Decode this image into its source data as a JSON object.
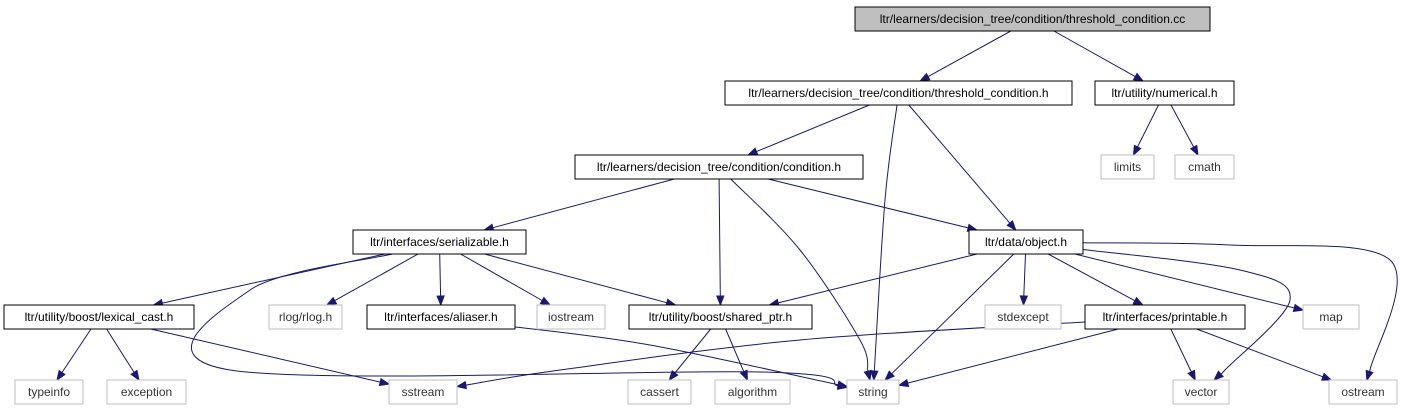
{
  "graph": {
    "nodes": [
      {
        "id": "root",
        "label": "ltr/learners/decision_tree/condition/threshold_condition.cc",
        "kind": "root"
      },
      {
        "id": "th",
        "label": "ltr/learners/decision_tree/condition/threshold_condition.h",
        "kind": "file"
      },
      {
        "id": "num",
        "label": "ltr/utility/numerical.h",
        "kind": "file"
      },
      {
        "id": "limits",
        "label": "limits",
        "kind": "system"
      },
      {
        "id": "cmath",
        "label": "cmath",
        "kind": "system"
      },
      {
        "id": "cond",
        "label": "ltr/learners/decision_tree/condition/condition.h",
        "kind": "file"
      },
      {
        "id": "ser",
        "label": "ltr/interfaces/serializable.h",
        "kind": "file"
      },
      {
        "id": "obj",
        "label": "ltr/data/object.h",
        "kind": "file"
      },
      {
        "id": "lex",
        "label": "ltr/utility/boost/lexical_cast.h",
        "kind": "file"
      },
      {
        "id": "rlog",
        "label": "rlog/rlog.h",
        "kind": "system"
      },
      {
        "id": "ali",
        "label": "ltr/interfaces/aliaser.h",
        "kind": "file"
      },
      {
        "id": "ios",
        "label": "iostream",
        "kind": "system"
      },
      {
        "id": "sp",
        "label": "ltr/utility/boost/shared_ptr.h",
        "kind": "file"
      },
      {
        "id": "stdex",
        "label": "stdexcept",
        "kind": "system"
      },
      {
        "id": "pr",
        "label": "ltr/interfaces/printable.h",
        "kind": "file"
      },
      {
        "id": "map",
        "label": "map",
        "kind": "system"
      },
      {
        "id": "typeinfo",
        "label": "typeinfo",
        "kind": "system"
      },
      {
        "id": "exception",
        "label": "exception",
        "kind": "system"
      },
      {
        "id": "sstream",
        "label": "sstream",
        "kind": "system"
      },
      {
        "id": "cassert",
        "label": "cassert",
        "kind": "system"
      },
      {
        "id": "algorithm",
        "label": "algorithm",
        "kind": "system"
      },
      {
        "id": "string",
        "label": "string",
        "kind": "system"
      },
      {
        "id": "vector",
        "label": "vector",
        "kind": "system"
      },
      {
        "id": "ostream",
        "label": "ostream",
        "kind": "system"
      }
    ],
    "edges": [
      {
        "from": "root",
        "to": "th"
      },
      {
        "from": "root",
        "to": "num"
      },
      {
        "from": "num",
        "to": "limits"
      },
      {
        "from": "num",
        "to": "cmath"
      },
      {
        "from": "th",
        "to": "cond"
      },
      {
        "from": "th",
        "to": "string"
      },
      {
        "from": "th",
        "to": "obj"
      },
      {
        "from": "cond",
        "to": "ser"
      },
      {
        "from": "cond",
        "to": "sp"
      },
      {
        "from": "cond",
        "to": "string"
      },
      {
        "from": "cond",
        "to": "obj"
      },
      {
        "from": "ser",
        "to": "lex"
      },
      {
        "from": "ser",
        "to": "rlog"
      },
      {
        "from": "ser",
        "to": "ali"
      },
      {
        "from": "ser",
        "to": "ios"
      },
      {
        "from": "ser",
        "to": "sp"
      },
      {
        "from": "ser",
        "to": "string"
      },
      {
        "from": "lex",
        "to": "typeinfo"
      },
      {
        "from": "lex",
        "to": "exception"
      },
      {
        "from": "lex",
        "to": "sstream"
      },
      {
        "from": "ali",
        "to": "string"
      },
      {
        "from": "sp",
        "to": "cassert"
      },
      {
        "from": "sp",
        "to": "algorithm"
      },
      {
        "from": "obj",
        "to": "sp"
      },
      {
        "from": "obj",
        "to": "string"
      },
      {
        "from": "obj",
        "to": "stdex"
      },
      {
        "from": "obj",
        "to": "pr"
      },
      {
        "from": "obj",
        "to": "map"
      },
      {
        "from": "obj",
        "to": "vector"
      },
      {
        "from": "obj",
        "to": "ostream"
      },
      {
        "from": "pr",
        "to": "sstream"
      },
      {
        "from": "pr",
        "to": "string"
      },
      {
        "from": "pr",
        "to": "vector"
      },
      {
        "from": "pr",
        "to": "ostream"
      }
    ]
  },
  "colors": {
    "edge": "#191970",
    "root_fill": "#bfbfbf",
    "file_border": "#000000",
    "system_border": "#bfbfbf"
  }
}
